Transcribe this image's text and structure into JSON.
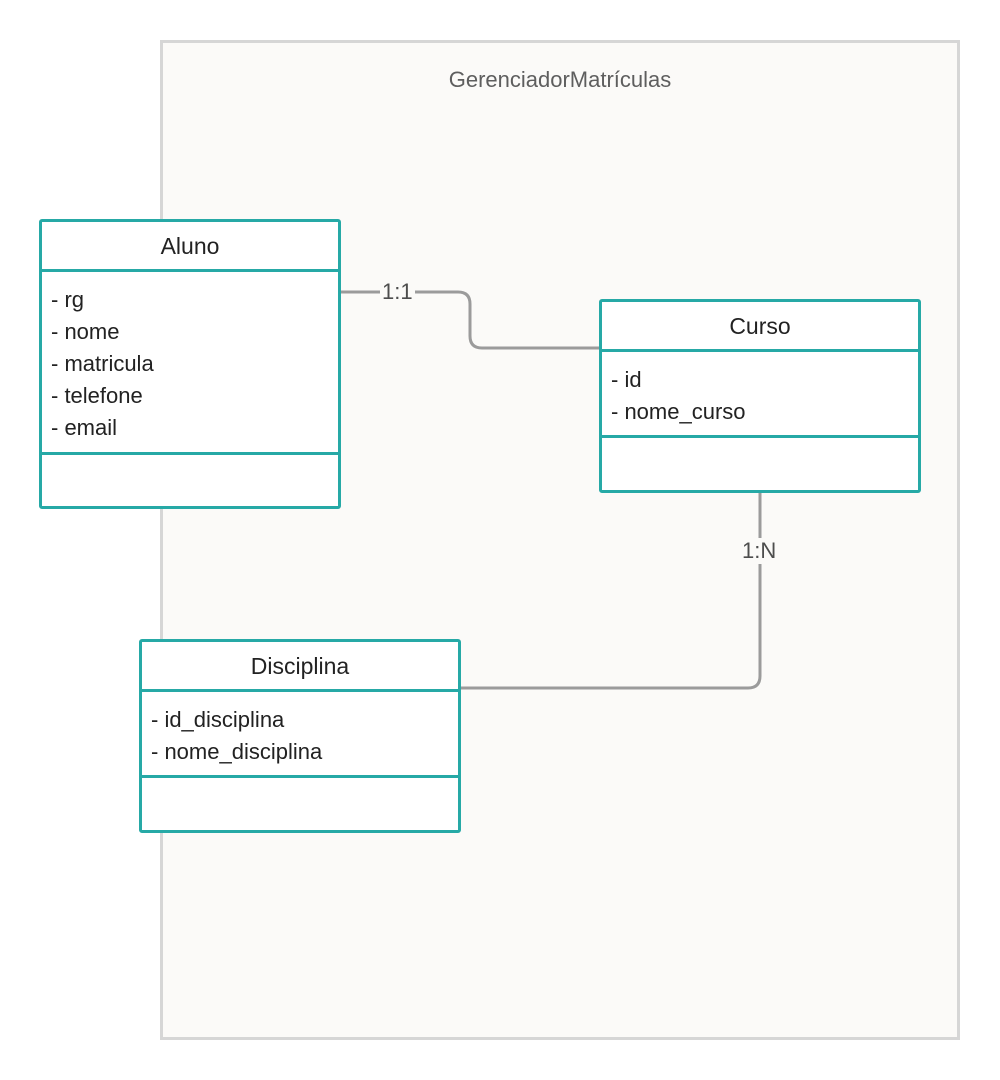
{
  "package": {
    "title": "GerenciadorMatrículas"
  },
  "classes": {
    "aluno": {
      "name": "Aluno",
      "attributes": [
        "- rg",
        "- nome",
        "- matricula",
        "- telefone",
        "- email"
      ]
    },
    "curso": {
      "name": "Curso",
      "attributes": [
        "- id",
        "- nome_curso"
      ]
    },
    "disciplina": {
      "name": "Disciplina",
      "attributes": [
        "- id_disciplina",
        "- nome_disciplina"
      ]
    }
  },
  "relations": {
    "aluno_curso": "1:1",
    "curso_disciplina": "1:N"
  },
  "colors": {
    "class_border": "#26a9a6",
    "connector": "#9b9b9b",
    "package_border": "#d6d6d6"
  }
}
